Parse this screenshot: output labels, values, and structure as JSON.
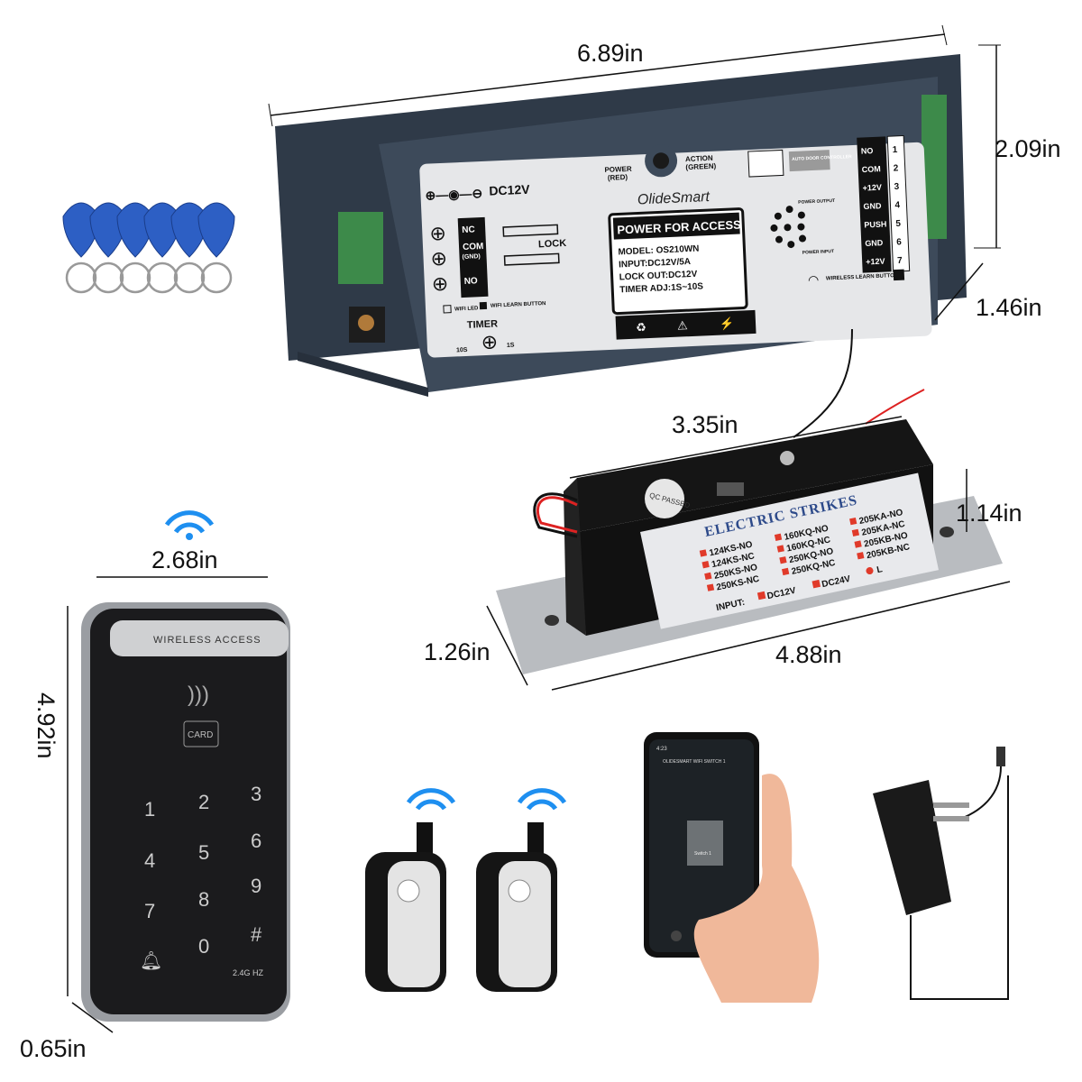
{
  "dimensions": {
    "controller_length": "6.89in",
    "controller_height": "2.09in",
    "controller_depth": "1.46in",
    "strike_length": "3.35in",
    "strike_height": "1.14in",
    "plate_width": "1.26in",
    "plate_length": "4.88in",
    "keypad_width": "2.68in",
    "keypad_height": "4.92in",
    "keypad_depth": "0.65in"
  },
  "controller": {
    "brand": "OlideSmart",
    "dc_label": "DC12V",
    "power_led": "POWER\n(RED)",
    "power_led_l1": "POWER",
    "power_led_l2": "(RED)",
    "action_led_l1": "ACTION",
    "action_led_l2": "(GREEN)",
    "title": "POWER FOR ACCESS",
    "specs": [
      "MODEL: OS210WN",
      "INPUT:DC12V/5A",
      "LOCK OUT:DC12V",
      "TIMER ADJ:1S~10S"
    ],
    "lock_terminals": [
      "NC",
      "COM",
      "(GND)",
      "NO"
    ],
    "lock_label": "LOCK",
    "wifi_led": "WIFI LED",
    "wifi_learn": "WIFI LEARN BUTTON",
    "timer": "TIMER",
    "timer_min": "10S",
    "timer_max": "1S",
    "auto_door": "AUTO DOOR CONTROLLER",
    "power_output": "POWER OUTPUT",
    "power_input": "POWER INPUT",
    "wireless_learn": "WIRELESS LEARN BUTTON",
    "terminals": [
      {
        "name": "NO",
        "num": "1"
      },
      {
        "name": "COM",
        "num": "2"
      },
      {
        "name": "+12V",
        "num": "3"
      },
      {
        "name": "GND",
        "num": "4"
      },
      {
        "name": "PUSH",
        "num": "5"
      },
      {
        "name": "GND",
        "num": "6"
      },
      {
        "name": "+12V",
        "num": "7"
      }
    ],
    "body_color": "#3d4a5a",
    "panel_color": "#e6e7e9"
  },
  "strike": {
    "qc": "QC PASSED",
    "title": "ELECTRIC STRIKES",
    "models_col1": [
      "124KS-NO",
      "124KS-NC",
      "250KS-NO",
      "250KS-NC"
    ],
    "models_col2": [
      "160KQ-NO",
      "160KQ-NC",
      "250KQ-NO",
      "250KQ-NC"
    ],
    "models_col3": [
      "205KA-NO",
      "205KA-NC",
      "205KB-NO",
      "205KB-NC"
    ],
    "l_label": "L",
    "input_label": "INPUT:",
    "input_12": "DC12V",
    "input_24": "DC24V"
  },
  "keypad": {
    "title": "WIRELESS ACCESS",
    "card": "CARD",
    "keys": [
      "1",
      "2",
      "3",
      "4",
      "5",
      "6",
      "7",
      "8",
      "9",
      "0",
      "#"
    ],
    "band": "2.4G HZ"
  },
  "phone": {
    "time": "4:23",
    "app_title": "OLIDESMART WIFI SWITCH 1",
    "switch_label": "Switch 1"
  },
  "colors": {
    "wifi_blue": "#1e8ff0",
    "fob_blue": "#2d5fc4",
    "strike_red": "#e03a2a"
  }
}
